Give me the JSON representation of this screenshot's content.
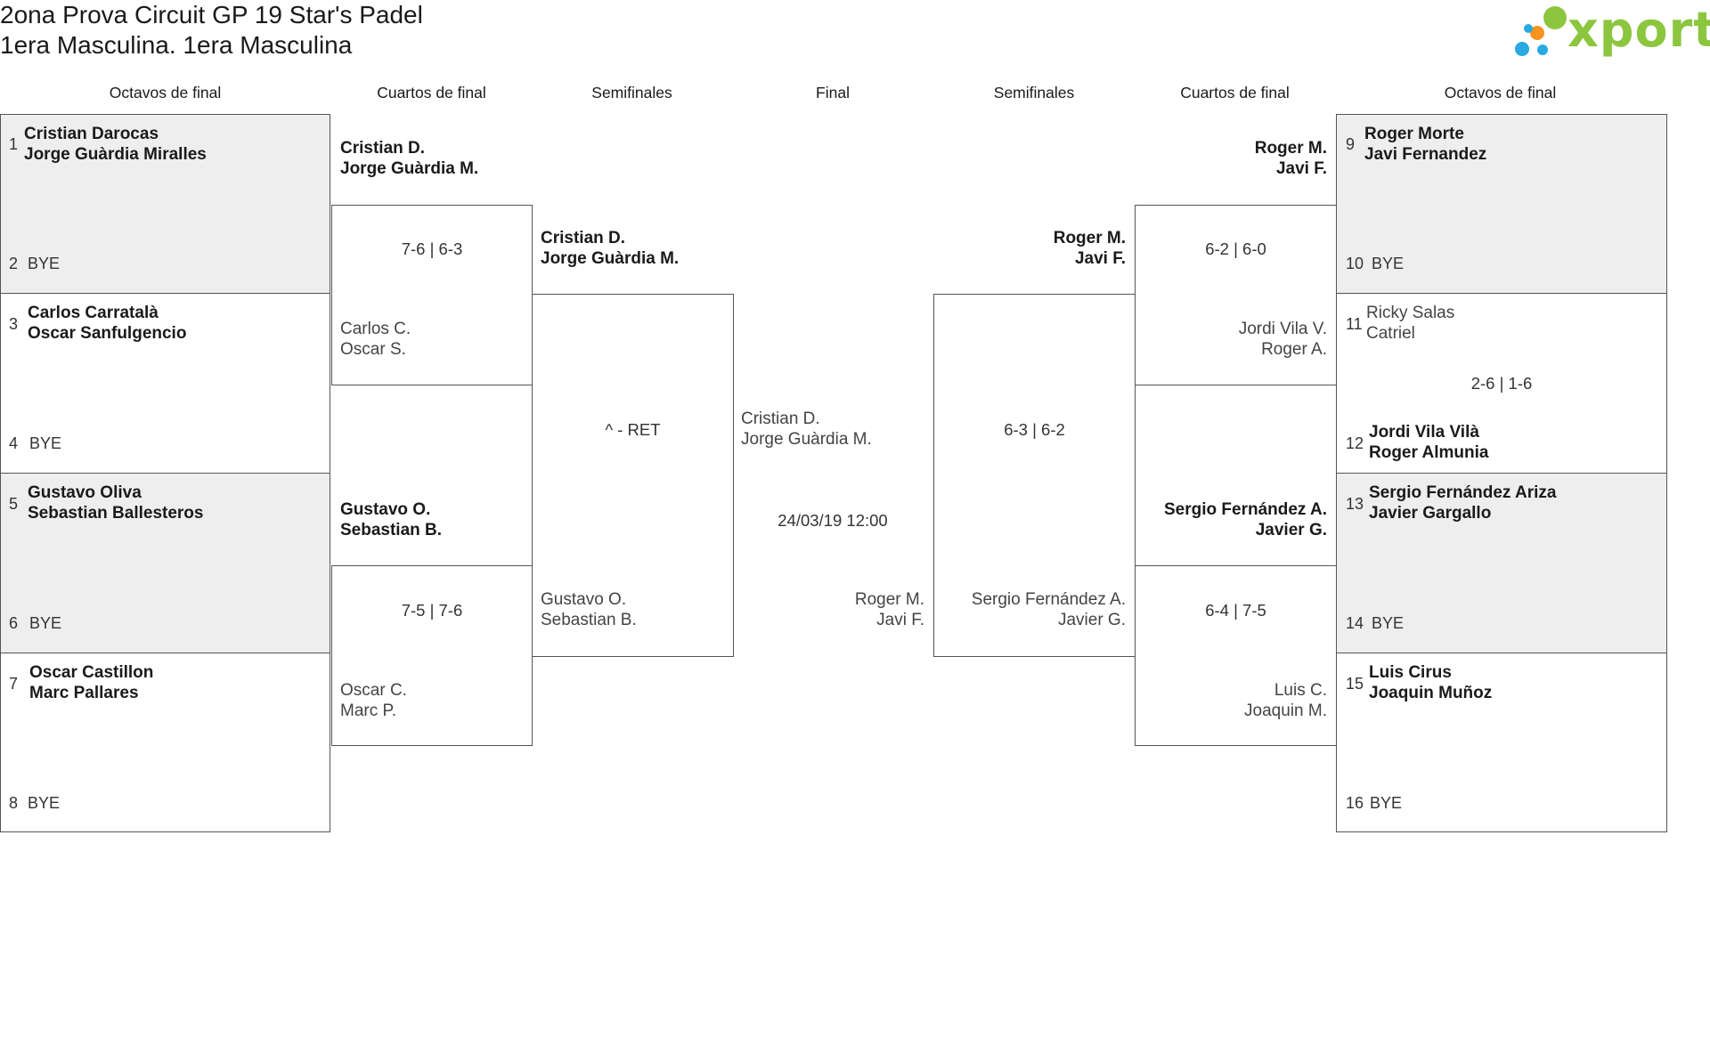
{
  "header": {
    "title_line1": "2ona Prova Circuit GP 19 Star's Padel",
    "title_line2": "1era Masculina. 1era Masculina",
    "logo_text": "xporty",
    "logo_colors": {
      "green": "#8cc63f",
      "orange": "#f7931e",
      "blue": "#29a9e1"
    }
  },
  "columns": [
    "Octavos de final",
    "Cuartos de final",
    "Semifinales",
    "Final",
    "Semifinales",
    "Cuartos de final",
    "Octavos de final"
  ],
  "left": {
    "r16": [
      {
        "seed": "1",
        "p1": "Cristian Darocas",
        "p2": "Jorge Guàrdia Miralles"
      },
      {
        "seed": "2",
        "bye": "BYE"
      },
      {
        "seed": "3",
        "p1": "Carlos Carratalà",
        "p2": "Oscar Sanfulgencio"
      },
      {
        "seed": "4",
        "bye": "BYE"
      },
      {
        "seed": "5",
        "p1": "Gustavo Oliva",
        "p2": "Sebastian Ballesteros"
      },
      {
        "seed": "6",
        "bye": "BYE"
      },
      {
        "seed": "7",
        "p1": "Oscar Castillon",
        "p2": "Marc Pallares"
      },
      {
        "seed": "8",
        "bye": "BYE"
      }
    ],
    "qf": [
      {
        "p1": "Cristian D.",
        "p2": "Jorge Guàrdia M."
      },
      {
        "p1": "Carlos C.",
        "p2": "Oscar S."
      },
      {
        "p1": "Gustavo O.",
        "p2": "Sebastian B."
      },
      {
        "p1": "Oscar C.",
        "p2": "Marc P."
      }
    ],
    "qf_scores": [
      "7-6 | 6-3",
      "7-5 | 7-6"
    ],
    "sf": [
      {
        "p1": "Cristian D.",
        "p2": "Jorge Guàrdia M."
      },
      {
        "p1": "Gustavo O.",
        "p2": "Sebastian B."
      }
    ],
    "sf_score": "^ - RET"
  },
  "final": {
    "top": {
      "p1": "Cristian D.",
      "p2": "Jorge Guàrdia M."
    },
    "datetime": "24/03/19 12:00",
    "bottom": {
      "p1": "Roger M.",
      "p2": "Javi F."
    }
  },
  "right": {
    "r16": [
      {
        "seed": "9",
        "p1": "Roger Morte",
        "p2": "Javi Fernandez"
      },
      {
        "seed": "10",
        "bye": "BYE"
      },
      {
        "seed": "11",
        "p1": "Ricky Salas",
        "p2": "Catriel"
      },
      {
        "seed": "12",
        "p1": "Jordi Vila Vilà",
        "p2": "Roger Almunia"
      },
      {
        "seed": "13",
        "p1": "Sergio Fernández Ariza",
        "p2": "Javier Gargallo"
      },
      {
        "seed": "14",
        "bye": "BYE"
      },
      {
        "seed": "15",
        "p1": "Luis Cirus",
        "p2": "Joaquin Muñoz"
      },
      {
        "seed": "16",
        "bye": "BYE"
      }
    ],
    "r16_score": "2-6 | 1-6",
    "qf": [
      {
        "p1": "Roger M.",
        "p2": "Javi F."
      },
      {
        "p1": "Jordi Vila V.",
        "p2": "Roger A."
      },
      {
        "p1": "Sergio Fernández A.",
        "p2": "Javier G."
      },
      {
        "p1": "Luis C.",
        "p2": "Joaquin M."
      }
    ],
    "qf_scores": [
      "6-2 | 6-0",
      "6-4 | 7-5"
    ],
    "sf": [
      {
        "p1": "Roger M.",
        "p2": "Javi F."
      },
      {
        "p1": "Sergio Fernández A.",
        "p2": "Javier G."
      }
    ],
    "sf_score": "6-3 | 6-2"
  }
}
